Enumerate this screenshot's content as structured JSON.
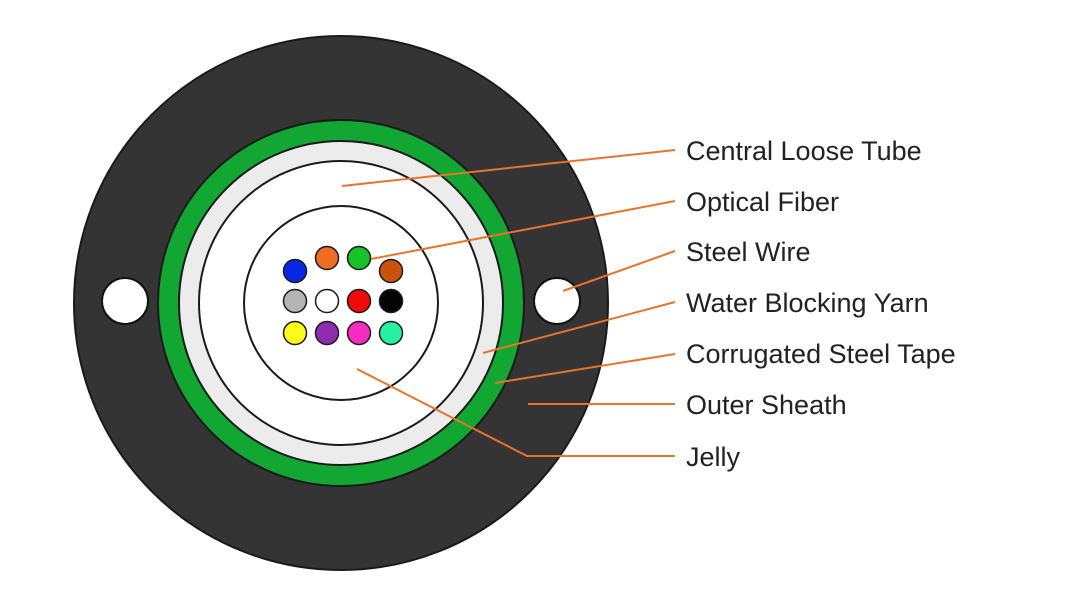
{
  "colors": {
    "sheath": "#343434",
    "tape": "#12a732",
    "tube_wall": "#ececec",
    "tube_fill": "#ffffff",
    "outline": "#1a1a1a",
    "wire": "#ffffff",
    "leader_line": "#e8732c",
    "label_text": "#222222"
  },
  "fibers": [
    {
      "name": "blue",
      "color": "#0a27e6"
    },
    {
      "name": "orange",
      "color": "#f06b23"
    },
    {
      "name": "green",
      "color": "#19c12b"
    },
    {
      "name": "brown",
      "color": "#c9520f"
    },
    {
      "name": "gray",
      "color": "#b4b4b4"
    },
    {
      "name": "white",
      "color": "#ffffff"
    },
    {
      "name": "red",
      "color": "#f20b0b"
    },
    {
      "name": "black",
      "color": "#050505"
    },
    {
      "name": "yellow",
      "color": "#fdfa1c"
    },
    {
      "name": "violet",
      "color": "#8f2bb0"
    },
    {
      "name": "rose",
      "color": "#f52bc2"
    },
    {
      "name": "aqua",
      "color": "#28f0a3"
    }
  ],
  "labels": {
    "central_loose_tube": "Central Loose Tube",
    "optical_fiber": "Optical Fiber",
    "steel_wire": "Steel Wire",
    "water_blocking_yarn": "Water Blocking Yarn",
    "corrugated_steel_tape": "Corrugated Steel Tape",
    "outer_sheath": "Outer Sheath",
    "jelly": "Jelly"
  }
}
